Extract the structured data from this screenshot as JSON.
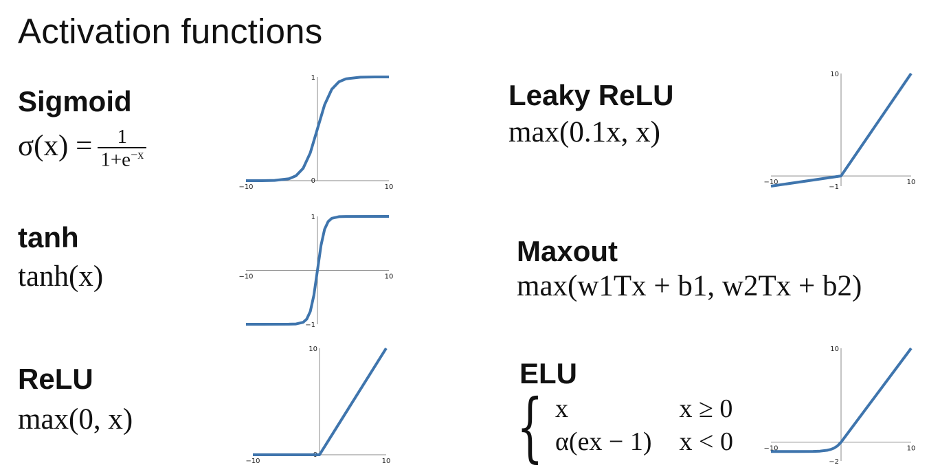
{
  "title": "Activation functions",
  "functions": {
    "sigmoid": {
      "name": "Sigmoid",
      "formula_lhs": "σ(x) =",
      "frac_num": "1",
      "frac_den": "1+e",
      "frac_den_exp": "−x"
    },
    "tanh": {
      "name": "tanh",
      "formula": "tanh(x)"
    },
    "relu": {
      "name": "ReLU",
      "formula": "max(0, x)"
    },
    "leaky": {
      "name": "Leaky ReLU",
      "formula": "max(0.1x, x)"
    },
    "maxout": {
      "name": "Maxout",
      "formula": "max(w1Tx + b1, w2Tx + b2)"
    },
    "elu": {
      "name": "ELU",
      "case1_expr": "x",
      "case1_cond": "x ≥ 0",
      "case2_expr": "α(ex − 1)",
      "case2_cond": "x < 0"
    }
  },
  "chart_data": [
    {
      "type": "line",
      "name": "sigmoid",
      "xlim": [
        -10,
        10
      ],
      "ylim": [
        0,
        1
      ],
      "x_ticks": [
        "−10",
        "10"
      ],
      "y_ticks": [
        "1",
        "0"
      ],
      "x": [
        -10,
        -8,
        -6,
        -4,
        -3,
        -2,
        -1,
        0,
        1,
        2,
        3,
        4,
        6,
        8,
        10
      ],
      "y": [
        0.0,
        0.0003,
        0.0025,
        0.018,
        0.047,
        0.119,
        0.269,
        0.5,
        0.731,
        0.881,
        0.953,
        0.982,
        0.9975,
        0.9997,
        1.0
      ]
    },
    {
      "type": "line",
      "name": "tanh",
      "xlim": [
        -10,
        10
      ],
      "ylim": [
        -1,
        1
      ],
      "x_ticks": [
        "−10",
        "10"
      ],
      "y_ticks": [
        "1",
        "−1"
      ],
      "x": [
        -10,
        -4,
        -3,
        -2,
        -1.5,
        -1,
        -0.5,
        0,
        0.5,
        1,
        1.5,
        2,
        3,
        4,
        10
      ],
      "y": [
        -1,
        -0.999,
        -0.995,
        -0.964,
        -0.905,
        -0.762,
        -0.462,
        0,
        0.462,
        0.762,
        0.905,
        0.964,
        0.995,
        0.999,
        1
      ]
    },
    {
      "type": "line",
      "name": "relu",
      "xlim": [
        -10,
        10
      ],
      "ylim": [
        0,
        10
      ],
      "x_ticks": [
        "−10",
        "10"
      ],
      "y_ticks": [
        "10",
        "0"
      ],
      "x": [
        -10,
        0,
        10
      ],
      "y": [
        0,
        0,
        10
      ]
    },
    {
      "type": "line",
      "name": "leaky-relu",
      "xlim": [
        -10,
        10
      ],
      "ylim": [
        -1,
        10
      ],
      "x_ticks": [
        "−10",
        "10"
      ],
      "y_ticks": [
        "10",
        "−1"
      ],
      "x": [
        -10,
        0,
        10
      ],
      "y": [
        -1,
        0,
        10
      ]
    },
    {
      "type": "line",
      "name": "elu",
      "xlim": [
        -10,
        10
      ],
      "ylim": [
        -2,
        10
      ],
      "x_ticks": [
        "−10",
        "10"
      ],
      "y_ticks": [
        "10",
        "−2"
      ],
      "x": [
        -10,
        -6,
        -4,
        -3,
        -2,
        -1.5,
        -1,
        -0.5,
        0,
        10
      ],
      "y": [
        -1,
        -0.998,
        -0.982,
        -0.95,
        -0.865,
        -0.777,
        -0.632,
        -0.393,
        0,
        10
      ]
    }
  ]
}
